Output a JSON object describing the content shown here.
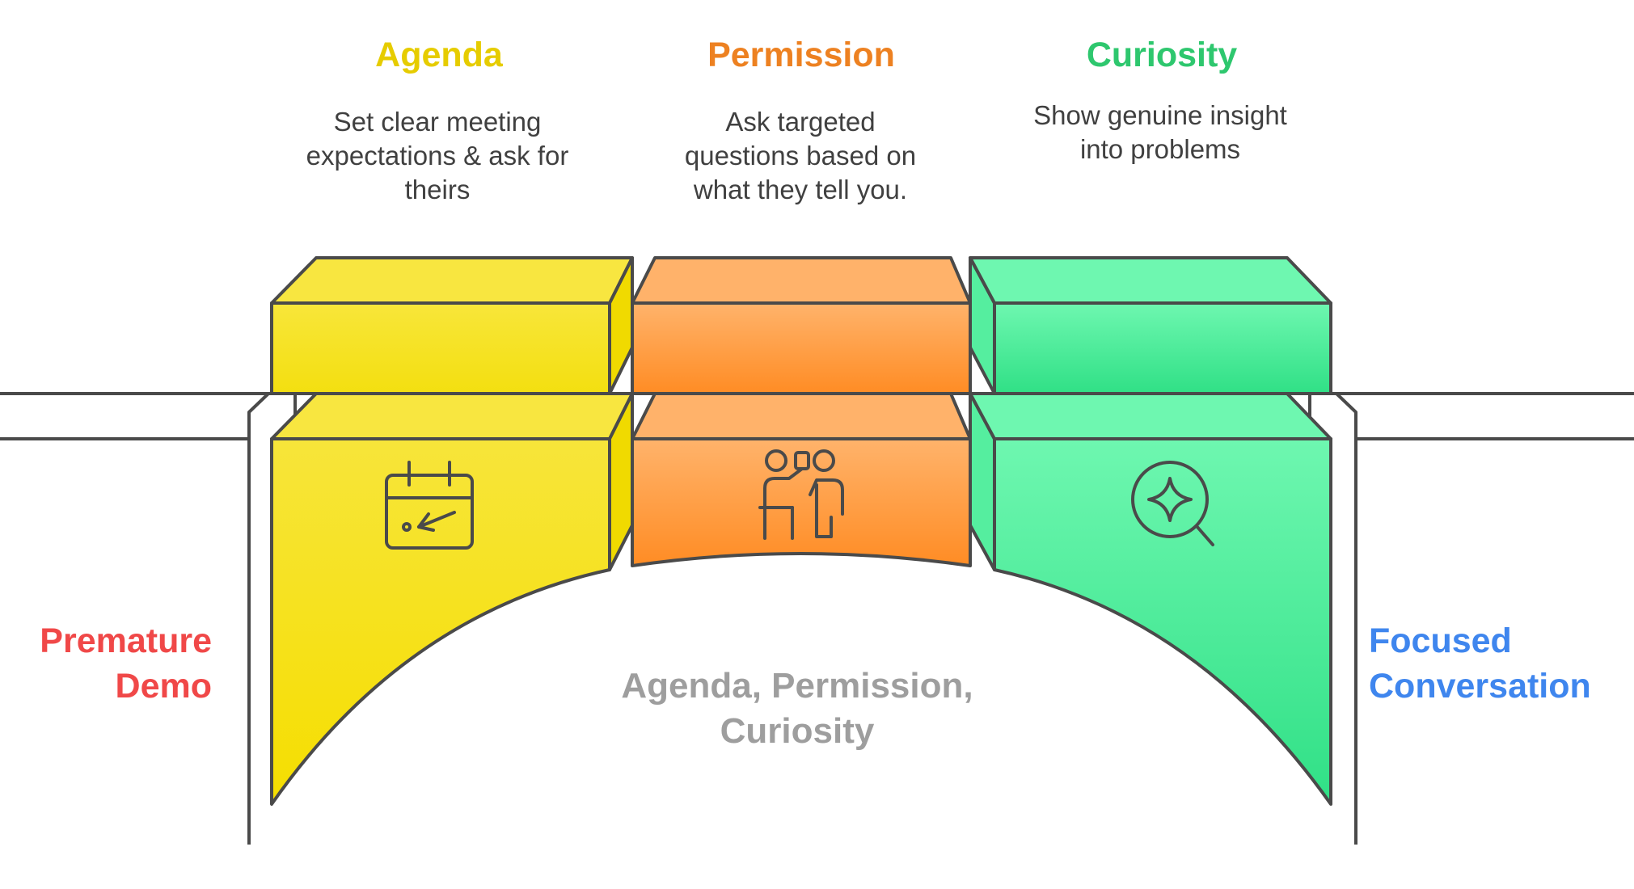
{
  "columns": [
    {
      "title": "Agenda",
      "description": "Set clear meeting expectations & ask for theirs",
      "color": "#e6cc00",
      "icon": "calendar-arrow-icon"
    },
    {
      "title": "Permission",
      "description": "Ask targeted questions based on what they tell you.",
      "color": "#ed8121",
      "icon": "presenter-question-icon"
    },
    {
      "title": "Curiosity",
      "description": "Show genuine insight into problems",
      "color": "#2ec76e",
      "icon": "search-sparkle-icon"
    }
  ],
  "left_label": {
    "text": "Premature Demo",
    "color": "#f04848"
  },
  "right_label": {
    "text": "Focused Conversation",
    "color": "#3f86ee"
  },
  "center_label": {
    "text": "Agenda, Permission, Curiosity",
    "color": "#9e9e9e"
  }
}
